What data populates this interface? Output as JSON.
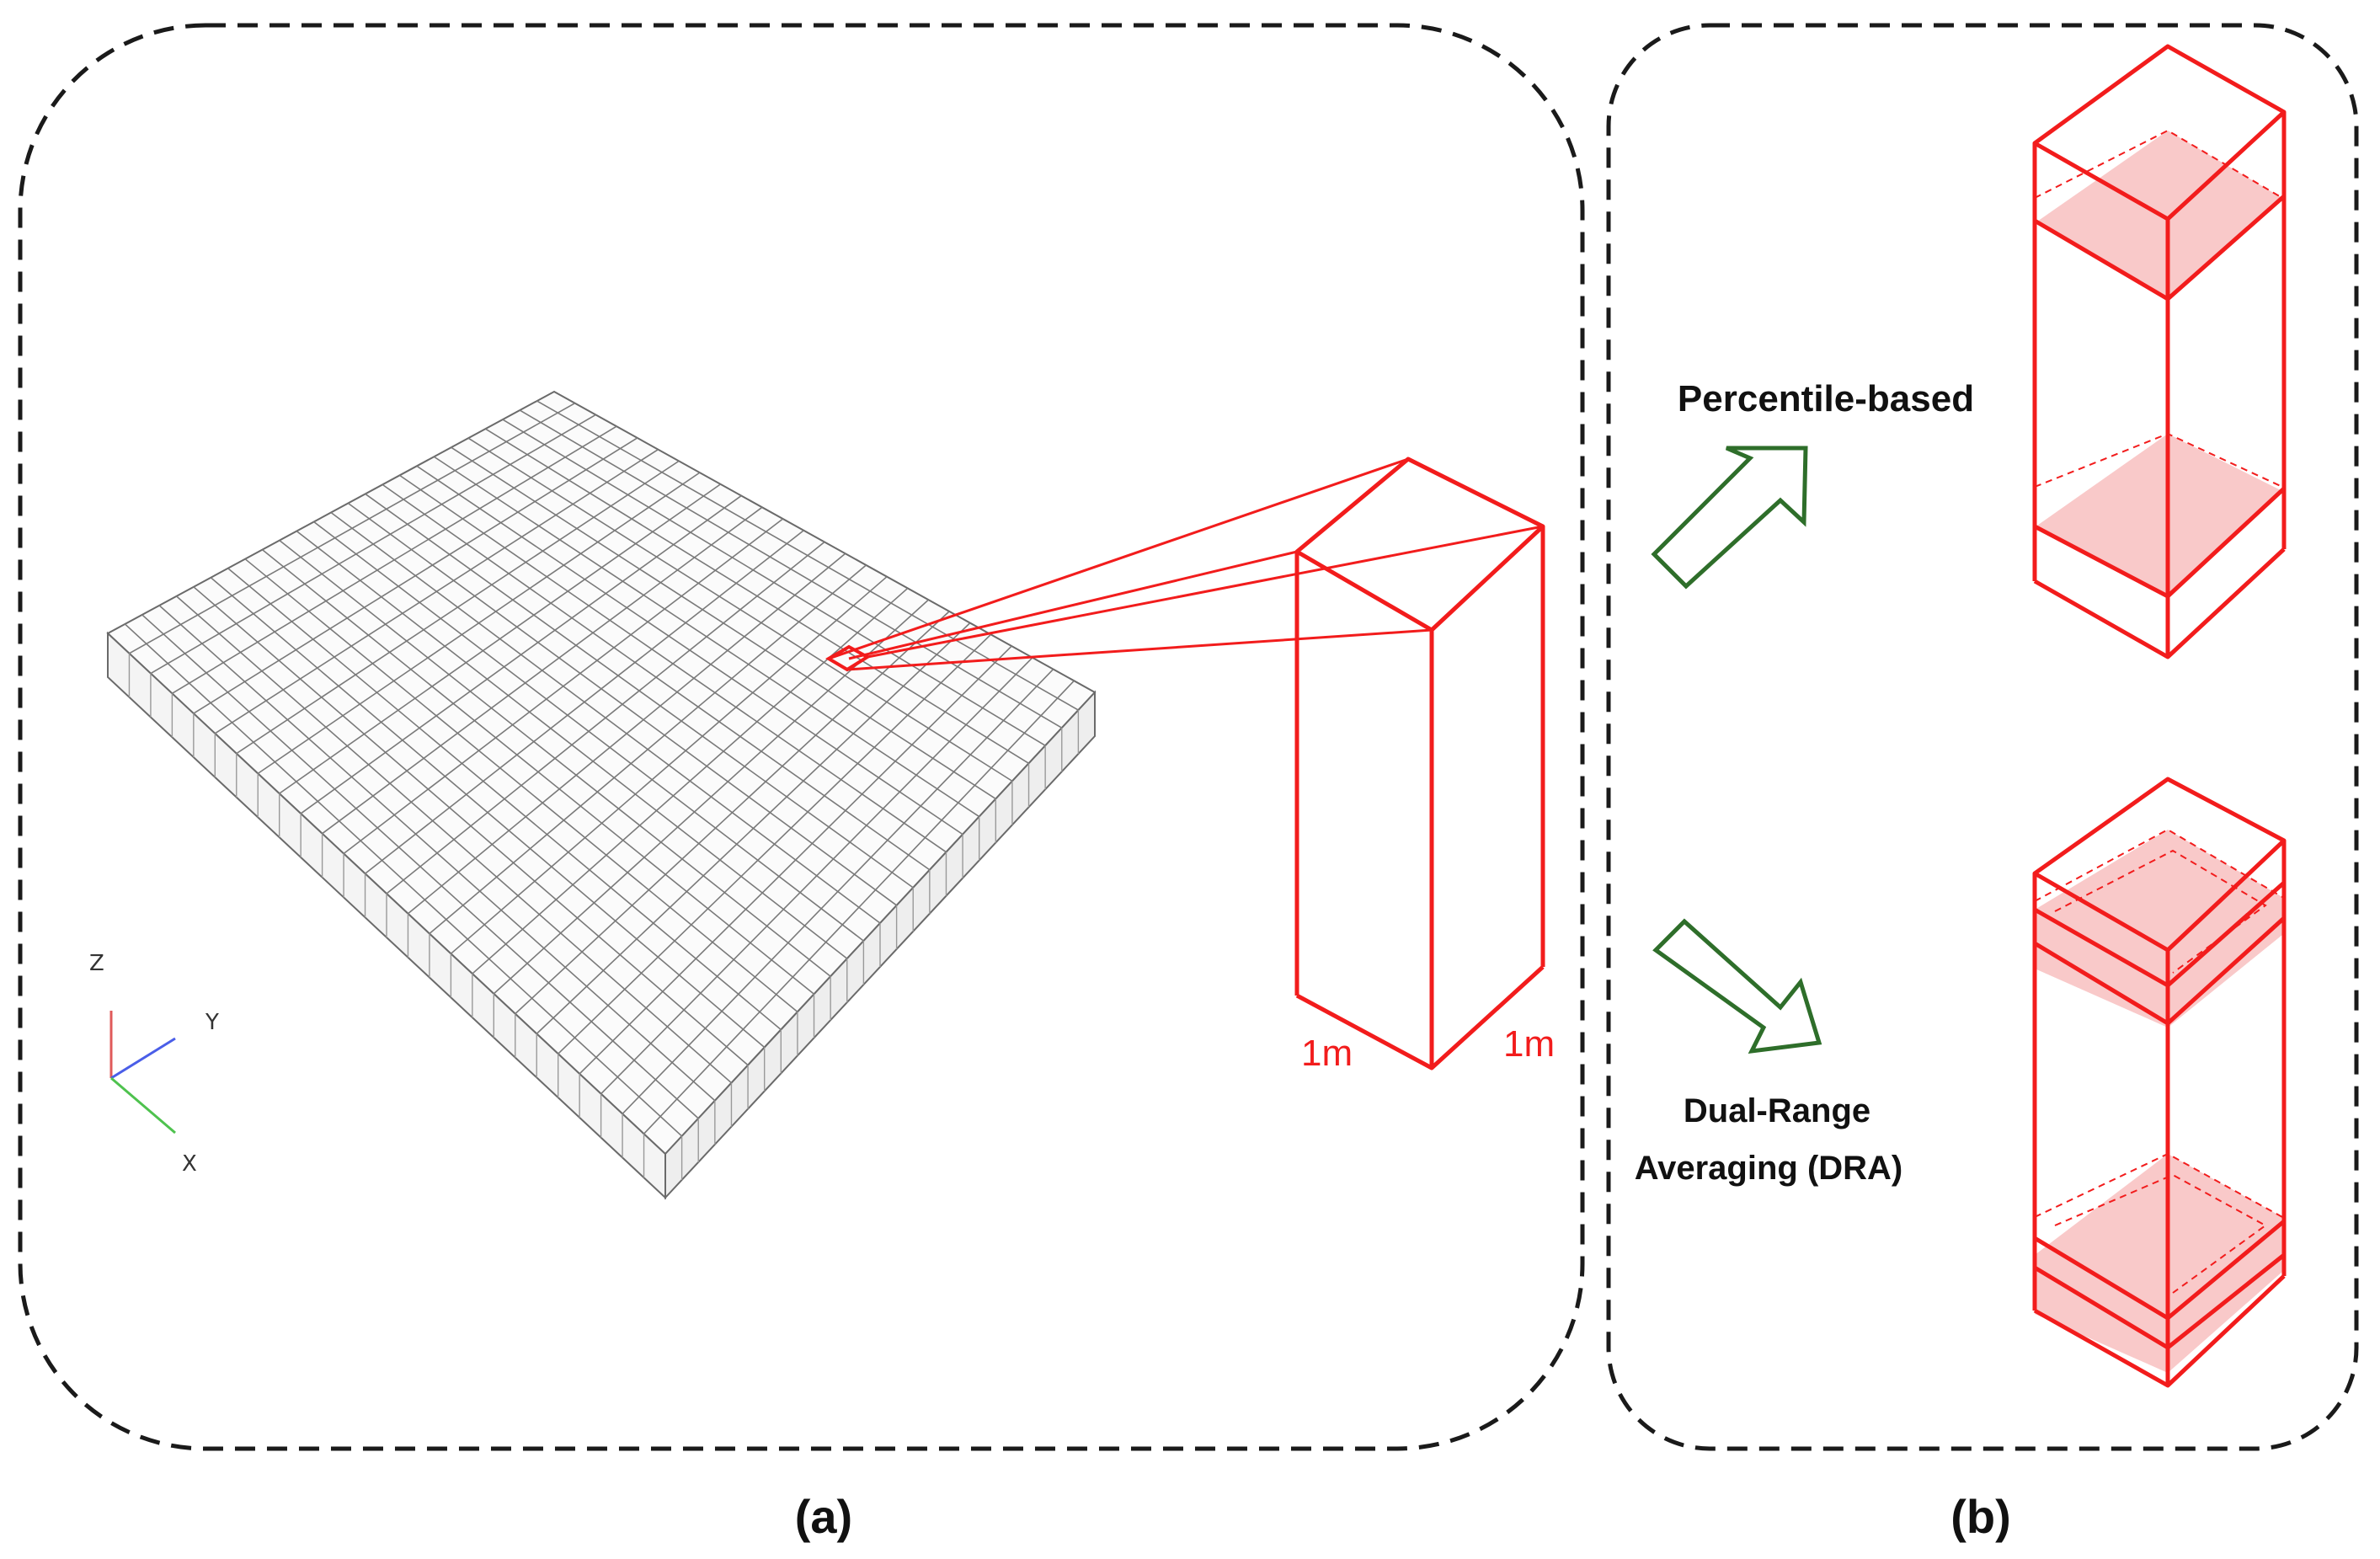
{
  "panels": {
    "a": {
      "caption": "(a)"
    },
    "b": {
      "caption": "(b)"
    }
  },
  "axes": {
    "z": "Z",
    "y": "Y",
    "x": "X"
  },
  "prism": {
    "width_label": "1m",
    "depth_label": "1m"
  },
  "methods": {
    "percentile": {
      "label": "Percentile-based"
    },
    "dra": {
      "label_line1": "Dual-Range",
      "label_line2": "Averaging (DRA)"
    }
  },
  "colors": {
    "accent": "#f21c1c",
    "fill": "#f9c9c9",
    "arrow": "#2e6e2a",
    "grid": "#7a7a7a",
    "border": "#1a1a1a"
  }
}
